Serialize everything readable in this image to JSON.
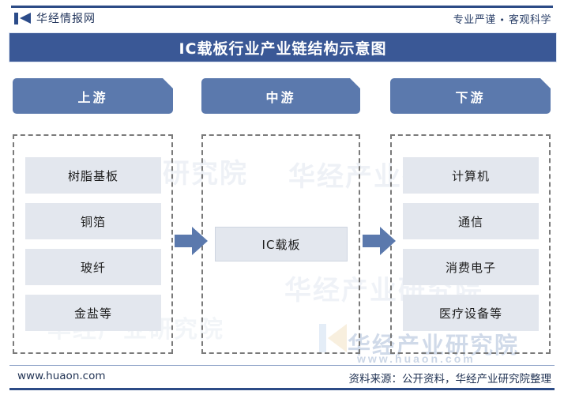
{
  "header": {
    "brand": "华经情报网",
    "brand_icon": "huaon-logo-icon",
    "tagline_left": "专业严谨",
    "tagline_sep": "•",
    "tagline_right": "客观科学"
  },
  "title": {
    "text": "IC载板行业产业链结构示意图"
  },
  "columns": [
    {
      "key": "upstream",
      "head": "上游",
      "items": [
        "树脂基板",
        "铜箔",
        "玻纤",
        "金盐等"
      ]
    },
    {
      "key": "midstream",
      "head": "中游",
      "items": [
        "IC载板"
      ]
    },
    {
      "key": "downstream",
      "head": "下游",
      "items": [
        "计算机",
        "通信",
        "消费电子",
        "医疗设备等"
      ]
    }
  ],
  "arrows": [
    {
      "name": "arrow-upstream-to-midstream",
      "direction": "right"
    },
    {
      "name": "arrow-midstream-to-downstream",
      "direction": "right"
    }
  ],
  "footer": {
    "site": "www.huaon.com",
    "source": "资料来源：公开资料，华经产业研究院整理"
  },
  "watermark": {
    "institute": "华经产业研究院",
    "url": "www.huaon.com"
  },
  "colors": {
    "brand_blue": "#2b4b89",
    "title_bar": "#3a5896",
    "column_head": "#5b79ad",
    "cell_fill": "#e3e7ee",
    "arrow": "#5b79ad",
    "dashed_border": "#7a7a7a"
  }
}
